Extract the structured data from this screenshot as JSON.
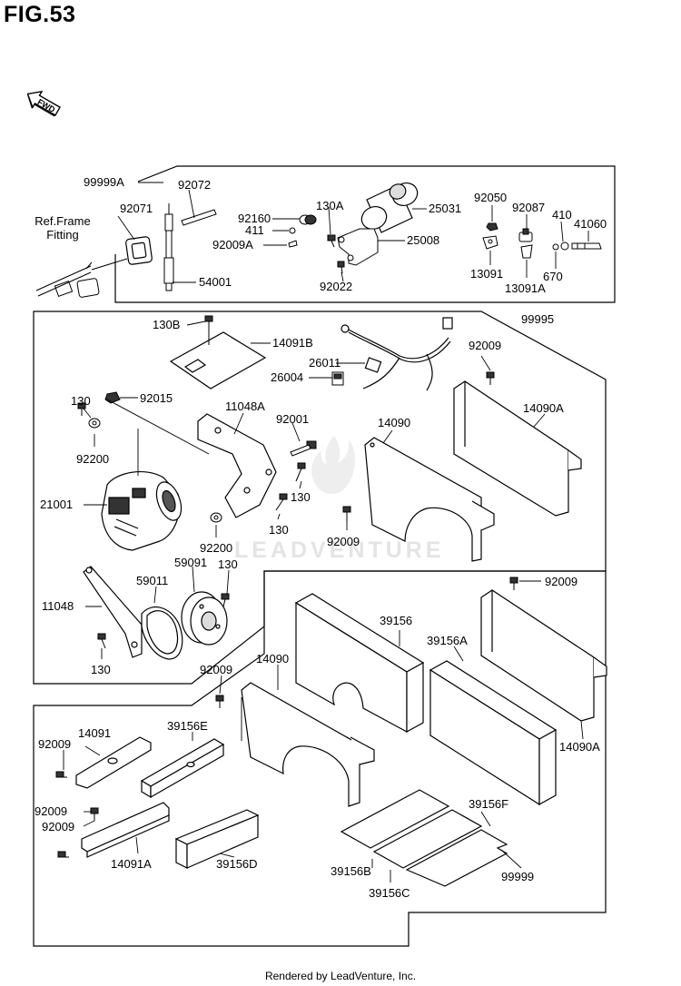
{
  "figure": {
    "title": "FIG.53",
    "fwd": "FWD"
  },
  "ref_note": [
    "Ref.Frame",
    "Fitting"
  ],
  "watermark": "LEADVENTURE",
  "footer": "Rendered by LeadVenture, Inc.",
  "parts": {
    "p99999A": "99999A",
    "p92072": "92072",
    "p92071": "92071",
    "p54001": "54001",
    "p92160": "92160",
    "p411": "411",
    "p92009A": "92009A",
    "p130A": "130A",
    "p25031": "25031",
    "p25008": "25008",
    "p92022": "92022",
    "p92050": "92050",
    "p92087": "92087",
    "p410": "410",
    "p41060": "41060",
    "p13091": "13091",
    "p13091A": "13091A",
    "p670": "670",
    "p130B": "130B",
    "p14091B": "14091B",
    "p99995": "99995",
    "p26011": "26011",
    "p26004": "26004",
    "p92009_a": "92009",
    "p130_a": "130",
    "p92015": "92015",
    "p11048A": "11048A",
    "p92001": "92001",
    "p14090_a": "14090",
    "p14090A_a": "14090A",
    "p92200_a": "92200",
    "p21001": "21001",
    "p130_b": "130",
    "p130_c": "130",
    "p92200_b": "92200",
    "p92009_b": "92009",
    "p59091": "59091",
    "p130_d": "130",
    "p59011": "59011",
    "p11048": "11048",
    "p130_e": "130",
    "p92009_c": "92009",
    "p39156": "39156",
    "p39156A": "39156A",
    "p92009_d": "92009",
    "p14090_b": "14090",
    "p14090A_b": "14090A",
    "p14091": "14091",
    "p92009_e": "92009",
    "p39156E": "39156E",
    "p92009_f": "92009",
    "p92009_g": "92009",
    "p39156F": "39156F",
    "p14091A": "14091A",
    "p39156D": "39156D",
    "p39156B": "39156B",
    "p39156C": "39156C",
    "p99999": "99999"
  }
}
